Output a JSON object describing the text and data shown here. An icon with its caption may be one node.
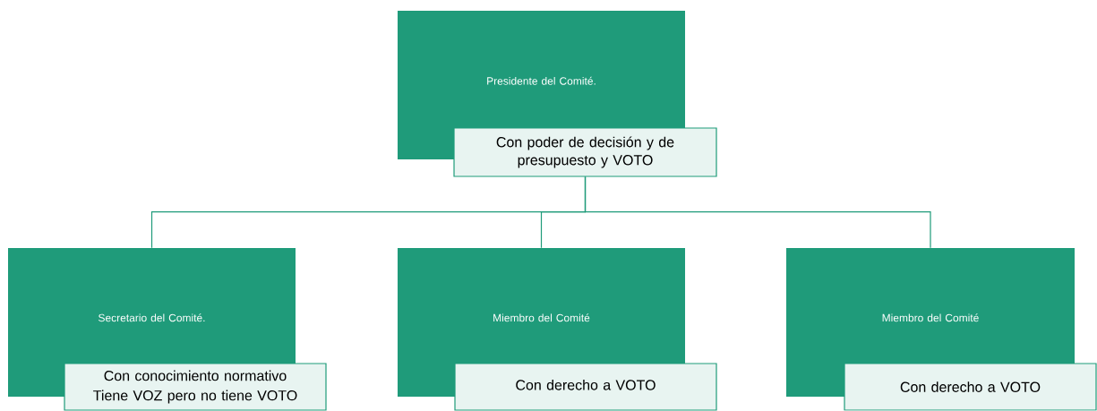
{
  "diagram": {
    "nodes": [
      {
        "text": [
          "Presidente del Comité."
        ]
      },
      {
        "text": [
          "Con poder de decisión y de presupuesto y VOTO"
        ]
      },
      {
        "text": [
          "Secretario del Comité."
        ]
      },
      {
        "text": [
          "Con conocimiento normativo",
          "Tiene VOZ pero no tiene VOTO"
        ]
      },
      {
        "text": [
          "Miembro del Comité"
        ]
      },
      {
        "text": [
          "Con derecho a VOTO"
        ]
      },
      {
        "text": [
          "Miembro del Comité"
        ]
      },
      {
        "text": [
          "Con derecho a VOTO"
        ]
      }
    ],
    "edges": [
      {
        "from": 1,
        "to": 2,
        "arrow": "none"
      },
      {
        "from": 1,
        "to": 4,
        "arrow": "none"
      },
      {
        "from": 1,
        "to": 6,
        "arrow": "none"
      }
    ]
  }
}
